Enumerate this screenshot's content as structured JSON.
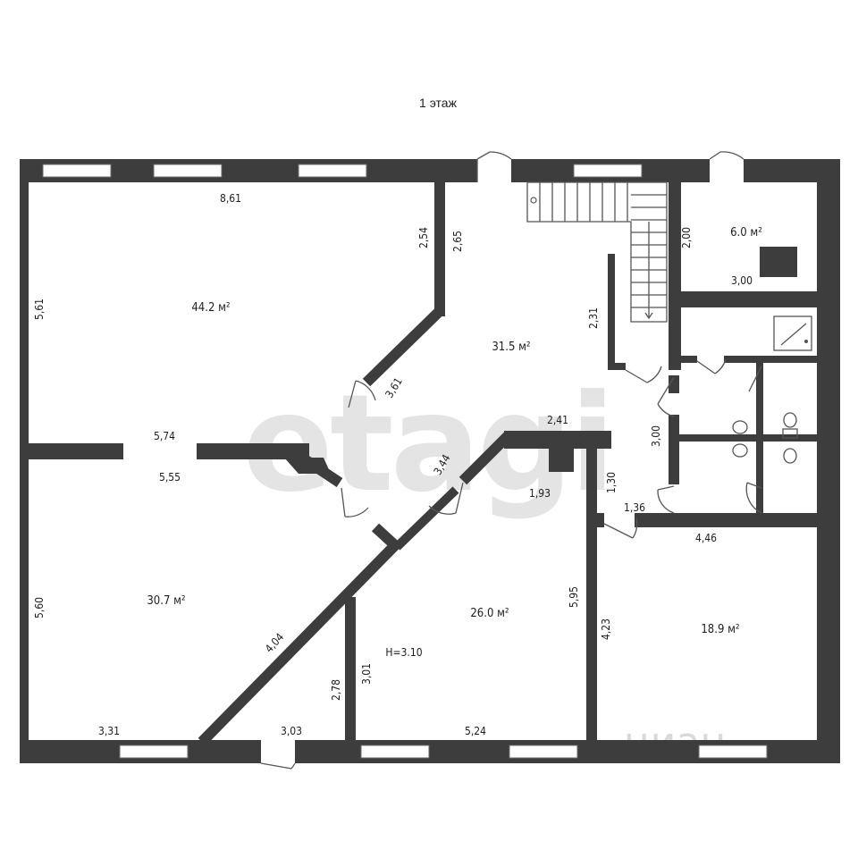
{
  "floor_title": "1 этаж",
  "rooms": [
    {
      "id": "room-top-left",
      "area": "44.2 м²"
    },
    {
      "id": "room-hall",
      "area": "31.5 м²"
    },
    {
      "id": "room-small-top-right",
      "area": "6.0 м²"
    },
    {
      "id": "room-bottom-left",
      "area": "30.7 м²"
    },
    {
      "id": "room-bottom-center",
      "area": "26.0 м²"
    },
    {
      "id": "room-bottom-right",
      "area": "18.9 м²"
    }
  ],
  "ceiling_height": "H=3.10",
  "dimensions": {
    "d_861": "8,61",
    "d_254": "2,54",
    "d_265": "2,65",
    "d_561": "5,61",
    "d_361": "3,61",
    "d_574": "5,74",
    "d_555": "5,55",
    "d_200": "2,00",
    "d_300a": "3,00",
    "d_231": "2,31",
    "d_241": "2,41",
    "d_344": "3,44",
    "d_193": "1,93",
    "d_300b": "3,00",
    "d_130": "1,30",
    "d_136": "1,36",
    "d_446": "4,46",
    "d_560": "5,60",
    "d_404": "4,04",
    "d_278": "2,78",
    "d_301": "3,01",
    "d_595": "5,95",
    "d_423": "4,23",
    "d_331": "3,31",
    "d_303": "3,03",
    "d_524": "5,24"
  },
  "watermarks": {
    "main": "etagi",
    "secondary": "циан"
  },
  "colors": {
    "wall": "#3d3d3d",
    "background": "#ffffff",
    "watermark": "#e4e4e4"
  }
}
